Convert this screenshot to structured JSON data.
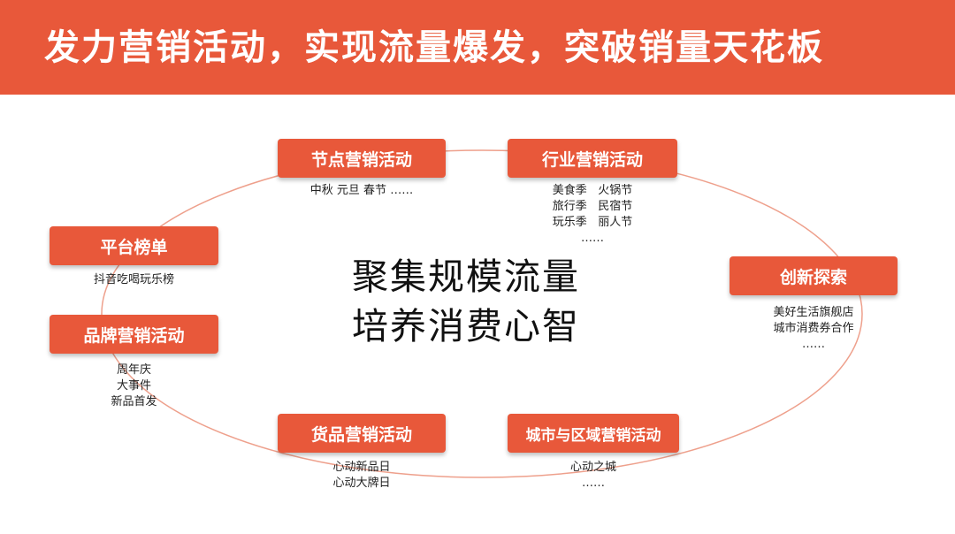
{
  "header": {
    "title": "发力营销活动，实现流量爆发，突破销量天花板"
  },
  "colors": {
    "accent": "#E8583A",
    "ring": "#EEA08C"
  },
  "center": {
    "line1": "聚集规模流量",
    "line2": "培养消费心智"
  },
  "nodes": {
    "node_holiday": {
      "label": "节点营销活动",
      "items": [
        "中秋 元旦 春节 ……"
      ]
    },
    "node_industry": {
      "label": "行业营销活动",
      "items": [
        "美食季   火锅节",
        "旅行季   民宿节",
        "玩乐季   丽人节",
        "……"
      ]
    },
    "node_platform": {
      "label": "平台榜单",
      "items": [
        "抖音吃喝玩乐榜"
      ]
    },
    "node_brand": {
      "label": "品牌营销活动",
      "items": [
        "周年庆",
        "大事件",
        "新品首发"
      ]
    },
    "node_innovation": {
      "label": "创新探索",
      "items": [
        "美好生活旗舰店",
        "城市消费券合作",
        "……"
      ]
    },
    "node_goods": {
      "label": "货品营销活动",
      "items": [
        "心动新品日",
        "心动大牌日"
      ]
    },
    "node_city": {
      "label": "城市与区域营销活动",
      "items": [
        "心动之城",
        "……"
      ]
    }
  }
}
